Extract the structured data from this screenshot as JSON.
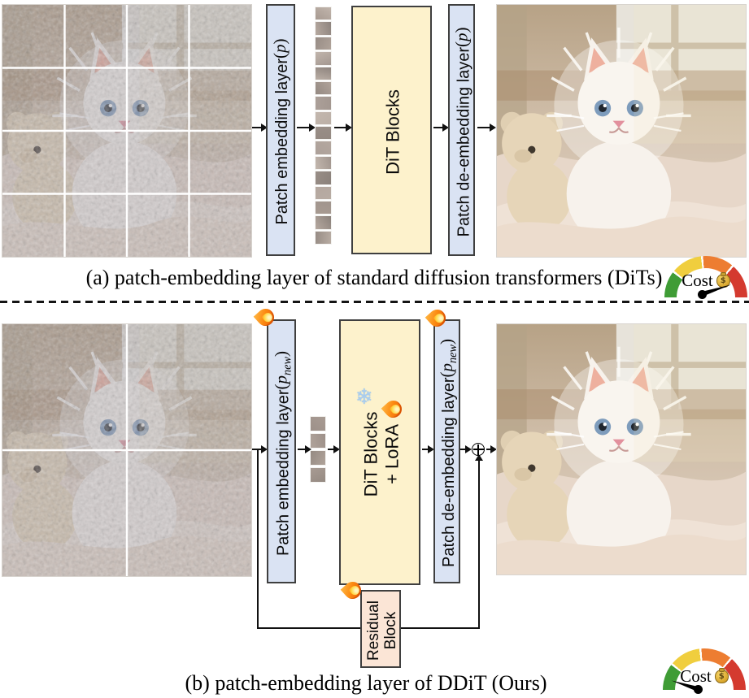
{
  "figure": {
    "panel_a": {
      "caption": "(a) patch-embedding layer of standard diffusion transformers (DiTs)",
      "embed_box": {
        "label": "Patch embedding layer",
        "param_open": "(",
        "param_symbol": "p",
        "param_sub": "",
        "param_close": ")"
      },
      "dit_box": {
        "line1": "DiT Blocks"
      },
      "deembed_box": {
        "label": "Patch de-embedding layer",
        "param_open": "(",
        "param_symbol": "p",
        "param_sub": "",
        "param_close": ")"
      },
      "token_count": 16,
      "input_image": {
        "description": "Noisy photo of a white fluffy kitten on a blanket with a teddy bear, overlaid with a 4x4 white patch grid",
        "grid": "4x4"
      },
      "output_image": {
        "description": "Denoised photo of the white fluffy kitten sitting on a blanket beside a teddy bear"
      },
      "cost_gauge": {
        "label": "Cost",
        "needle_level": "high"
      }
    },
    "panel_b": {
      "caption": "(b) patch-embedding layer of DDiT (Ours)",
      "embed_box": {
        "label": "Patch embedding layer",
        "param_open": " (",
        "param_symbol": "p",
        "param_sub": "new",
        "param_close": ")"
      },
      "dit_box": {
        "line1": "DiT Blocks",
        "line2": "+ LoRA"
      },
      "deembed_box": {
        "label": "Patch de-embedding layer",
        "param_open": " (",
        "param_symbol": "p",
        "param_sub": "new",
        "param_close": ")"
      },
      "residual_box": {
        "label": "Residual Block"
      },
      "token_count": 4,
      "input_image": {
        "description": "Noisy photo of the white fluffy kitten, overlaid with a 2x2 white patch grid",
        "grid": "2x2"
      },
      "output_image": {
        "description": "Denoised photo of the white fluffy kitten sitting on a blanket beside a teddy bear"
      },
      "cost_gauge": {
        "label": "Cost",
        "needle_level": "low"
      }
    },
    "icons": {
      "frozen_snowflake": "❄",
      "currency": "$"
    },
    "colors": {
      "embed_box_fill": "#dae3f3",
      "dit_box_fill": "#fdf2cc",
      "residual_box_fill": "#fbe5d6",
      "box_border": "#3f3f3f",
      "gauge_green": "#3f9c35",
      "gauge_yellow": "#f0ce3e",
      "gauge_orange": "#ed7d31",
      "gauge_red": "#d43a2f"
    }
  }
}
